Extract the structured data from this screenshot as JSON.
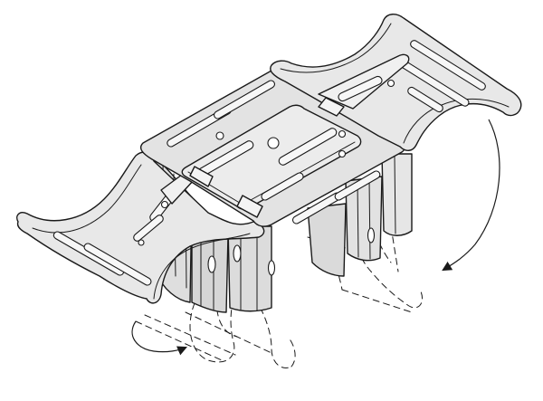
{
  "figure": {
    "background": "#ffffff",
    "line_color": "#1a1a1a",
    "colors": {
      "plate_top": "#e4e4e4",
      "plate_light": "#f1f1f1",
      "plate_shade": "#c9c9c9",
      "leg_fill": "#dcdcdc"
    }
  },
  "parts": [
    {
      "name": "central-base-plate"
    },
    {
      "name": "left-wing-plate"
    },
    {
      "name": "right-wing-plate"
    },
    {
      "name": "front-legs"
    },
    {
      "name": "rear-legs-hidden"
    }
  ],
  "arrows": [
    {
      "name": "fold-arrow-front",
      "direction": "clockwise"
    },
    {
      "name": "fold-arrow-right",
      "direction": "clockwise"
    }
  ]
}
